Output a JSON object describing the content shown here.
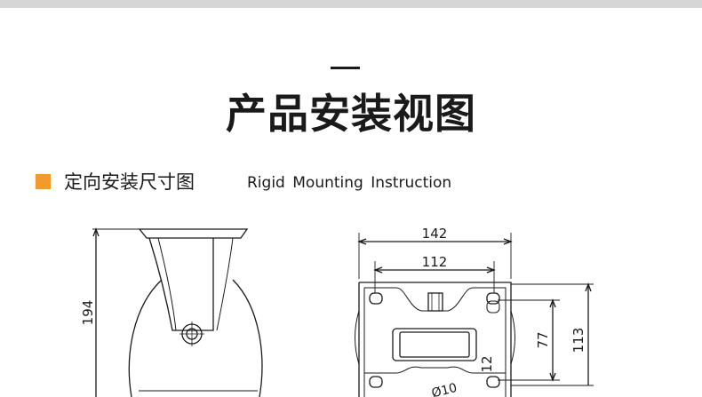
{
  "header": {
    "title": "产品安装视图"
  },
  "section": {
    "title_cn": "定向安装尺寸图",
    "title_en": "Rigid Mounting Instruction",
    "accent_color": "#f29a2e"
  },
  "diagram": {
    "side_view": {
      "height_label": "194"
    },
    "top_view": {
      "overall_width_label": "142",
      "hole_spacing_width_label": "112",
      "hole_spacing_height_label": "77",
      "overall_height_label": "113",
      "slot_width_label": "12",
      "hole_diameter_label": "Ø10"
    }
  }
}
